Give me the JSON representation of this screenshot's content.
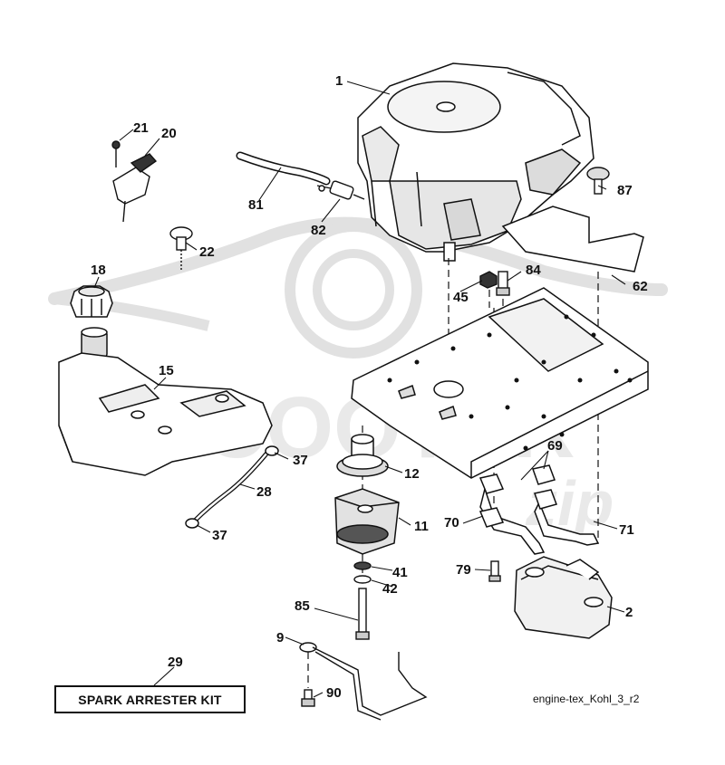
{
  "watermark": {
    "text": "SCOOTER",
    "suffix": "zip",
    "color": "#d9d9d9"
  },
  "parts": {
    "engine": "1",
    "muffler": "2",
    "fuel_tank": "15",
    "fuel_cap": "18",
    "throttle_lever": "20",
    "lever_screw": "21",
    "choke_knob": "22",
    "fuel_line": "28",
    "spark_arrester_kit": "29",
    "hose_clamp_a": "37",
    "hose_clamp_b": "37",
    "clutch": "11",
    "pulley": "12",
    "washer_41": "41",
    "washer_42": "42",
    "nut_45": "45",
    "heat_shield": "62",
    "gasket": "69",
    "exhaust_pipe_left": "70",
    "exhaust_pipe_right": "71",
    "bolt_79": "79",
    "fuel_hose": "81",
    "fuel_filter": "82",
    "bolt_84": "84",
    "bolt_85": "85",
    "clutch_rod": "9",
    "bolt_90": "90",
    "oil_drain_plug": "87"
  },
  "kit_label": "SPARK ARRESTER KIT",
  "drawing_id": "engine-tex_Kohl_3_r2"
}
